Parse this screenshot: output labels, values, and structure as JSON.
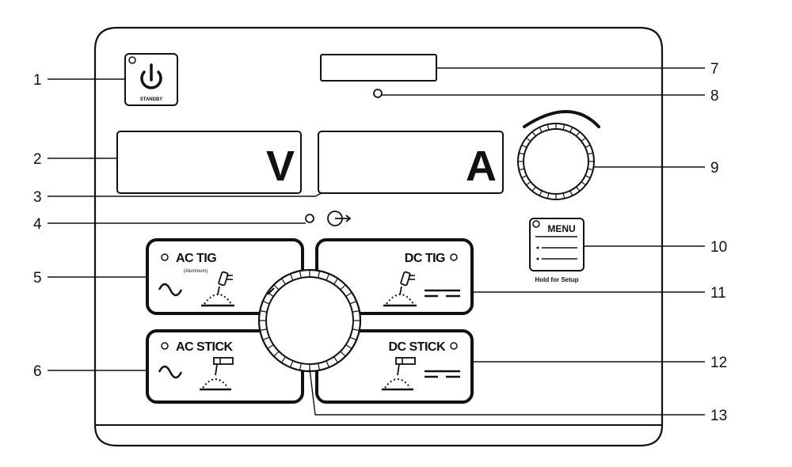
{
  "callouts": [
    "1",
    "2",
    "3",
    "4",
    "5",
    "6",
    "7",
    "8",
    "9",
    "10",
    "11",
    "12",
    "13"
  ],
  "power_button": {
    "label": "STANDBY"
  },
  "displays": {
    "voltage_unit": "V",
    "amperage_unit": "A"
  },
  "modes": {
    "ac_tig": {
      "label": "AC TIG",
      "sublabel": "(Aluminum)"
    },
    "dc_tig": {
      "label": "DC TIG"
    },
    "ac_stick": {
      "label": "AC STICK"
    },
    "dc_stick": {
      "label": "DC STICK"
    }
  },
  "menu_button": {
    "label": "MENU",
    "caption": "Hold for Setup"
  }
}
